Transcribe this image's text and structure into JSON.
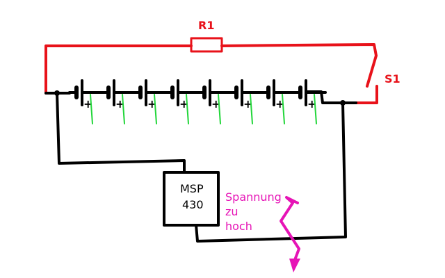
{
  "colors": {
    "wire": "#000000",
    "switch_loop": "#e8121a",
    "cell_tap": "#22d63a",
    "warning": "#e614b6"
  },
  "labels": {
    "resistor": "R1",
    "switch": "S1",
    "mcu_line1": "MSP",
    "mcu_line2": "430",
    "warning_line1": "Spannung",
    "warning_line2": "zu",
    "warning_line3": "hoch"
  },
  "battery": {
    "cell_count": 8,
    "cell_symbols": [
      "+",
      "+",
      "+",
      "+",
      "+",
      "+",
      "+",
      "+"
    ]
  },
  "icons": {
    "resistor": "resistor-icon",
    "switch": "switch-icon",
    "warning_arrow": "lightning-arrow-icon"
  }
}
